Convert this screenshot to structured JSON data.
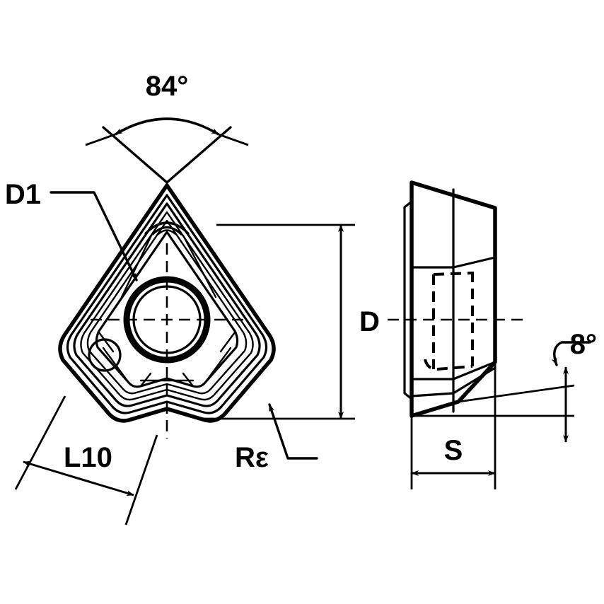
{
  "drawing": {
    "title": "Indexable cutting insert — trigon (W-style) geometry drawing",
    "background_color": "#ffffff",
    "line_color": "#000000",
    "views": [
      {
        "name": "top-view",
        "description": "Plan view of trigon insert with central mounting hole"
      },
      {
        "name": "side-view",
        "description": "Side elevation showing thickness and clearance angle"
      }
    ],
    "labels": {
      "angle_nose": "84°",
      "diameter_hole": "D1",
      "height": "D",
      "length_edge": "L10",
      "corner_radius": "Rε",
      "thickness": "S",
      "clearance_angle": "8°"
    },
    "annotations": [
      {
        "id": "angle-84",
        "text": "84°",
        "kind": "angular-dimension",
        "view": "top-view"
      },
      {
        "id": "d1",
        "text": "D1",
        "kind": "leader-label",
        "view": "top-view"
      },
      {
        "id": "d",
        "text": "D",
        "kind": "linear-dimension",
        "view": "top-view"
      },
      {
        "id": "l10",
        "text": "L10",
        "kind": "linear-dimension",
        "view": "top-view"
      },
      {
        "id": "re",
        "text": "Rε",
        "kind": "leader-label",
        "view": "top-view"
      },
      {
        "id": "s",
        "text": "S",
        "kind": "linear-dimension",
        "view": "side-view"
      },
      {
        "id": "angle-8",
        "text": "8°",
        "kind": "angular-dimension",
        "view": "side-view"
      }
    ]
  },
  "chart_data": {
    "type": "diagram",
    "title": "Indexable cutting insert dimensional drawing",
    "dimension_symbols": [
      "84°",
      "D1",
      "D",
      "L10",
      "Rε",
      "S",
      "8°"
    ]
  }
}
